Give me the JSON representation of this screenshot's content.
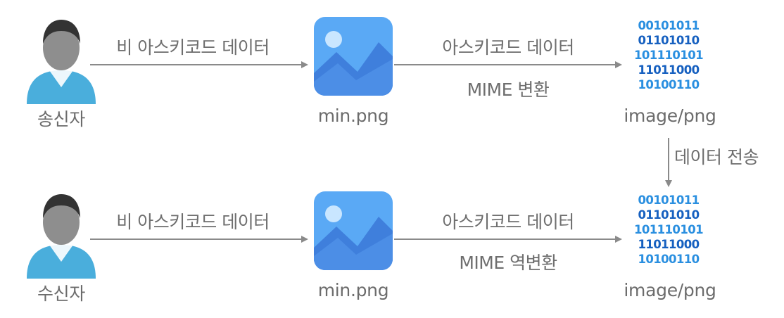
{
  "nodes": {
    "sender": {
      "label": "송신자",
      "icon": "person-icon"
    },
    "receiver": {
      "label": "수신자",
      "icon": "person-icon"
    },
    "file_top": {
      "label": "min.png",
      "icon": "image-file-icon"
    },
    "file_bottom": {
      "label": "min.png",
      "icon": "image-file-icon"
    },
    "mime_top": {
      "label": "image/png",
      "icon": "binary-data-icon"
    },
    "mime_bottom": {
      "label": "image/png",
      "icon": "binary-data-icon"
    }
  },
  "edges": {
    "top_left": {
      "label": "비 아스키코드 데이터"
    },
    "top_right": {
      "label": "아스키코드 데이터",
      "sublabel": "MIME 변환"
    },
    "vertical": {
      "label": "데이터 전송"
    },
    "bottom_left": {
      "label": "비 아스키코드 데이터"
    },
    "bottom_right": {
      "label": "아스키코드 데이터",
      "sublabel": "MIME 역변환"
    }
  },
  "binary_rows": [
    "00101011",
    "01101010",
    "101110101",
    "11011000",
    "10100110"
  ],
  "colors": {
    "person_head": "#8e8e8e",
    "person_hair": "#333333",
    "person_body": "#4aaedc",
    "image_bg": "#5aa9f5",
    "image_mountain_back": "#3f7fdc",
    "image_mountain_front": "#4c8ee6",
    "image_sun": "#c9e6ff",
    "arrow": "#8a8a8a",
    "binary_light": "#2a8fe0",
    "binary_dark": "#1660c0"
  }
}
